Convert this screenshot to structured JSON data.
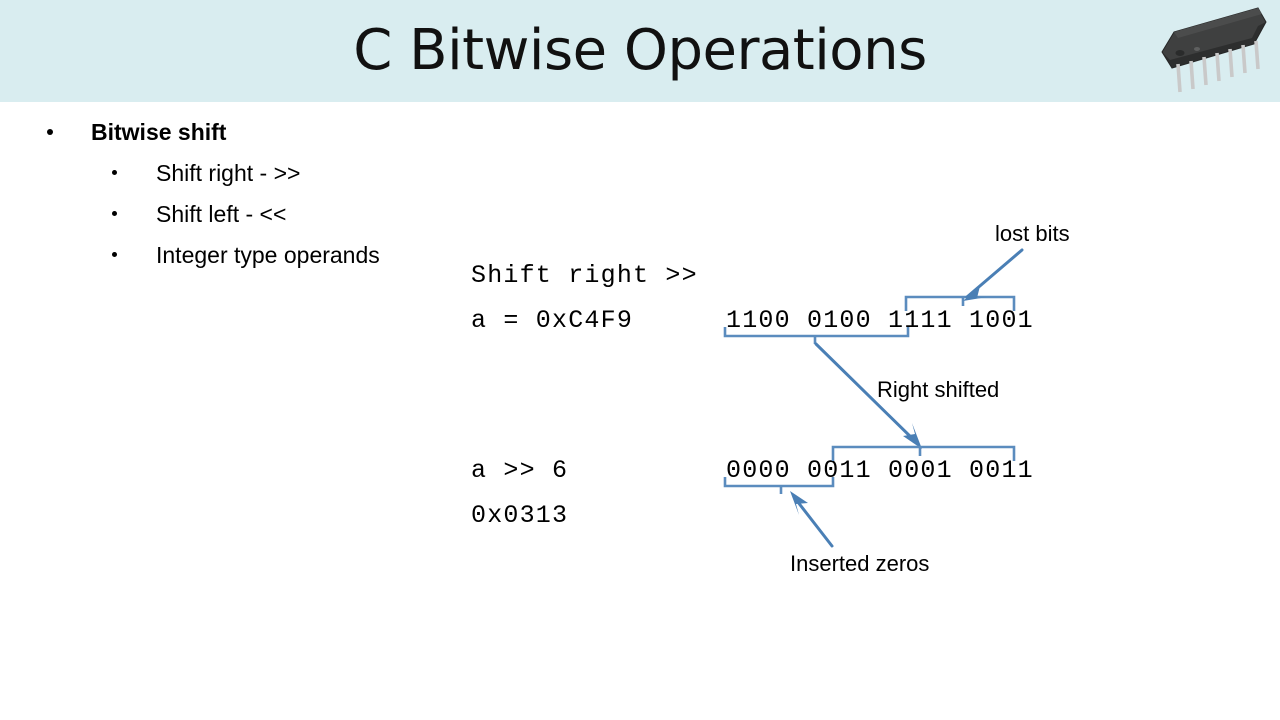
{
  "slide": {
    "title": "C Bitwise Operations",
    "header_bg": "#d9edf0",
    "body_bg": "#ffffff",
    "accent_color": "#5b8cbe"
  },
  "chip_graphic": {
    "icon_name": "dip-ic-chip-icon",
    "body_color": "#3f4040",
    "pin_color": "#c9c9c9"
  },
  "bullets": [
    {
      "level": 1,
      "label": "Bitwise shift"
    },
    {
      "level": 2,
      "label": "Shift right - >>"
    },
    {
      "level": 2,
      "label": "Shift left - <<"
    },
    {
      "level": 2,
      "label": "Integer type operands"
    }
  ],
  "code": {
    "heading": "Shift right >>",
    "assign": "a = 0xC4F9",
    "shift": "a >> 6",
    "result": "0x0313"
  },
  "bits": {
    "before": "1100 0100 1111 1001",
    "after": "0000 0011 0001 0011"
  },
  "annotations": {
    "lost_bits": "lost bits",
    "right_shifted": "Right shifted",
    "inserted_zeros": "Inserted zeros"
  }
}
